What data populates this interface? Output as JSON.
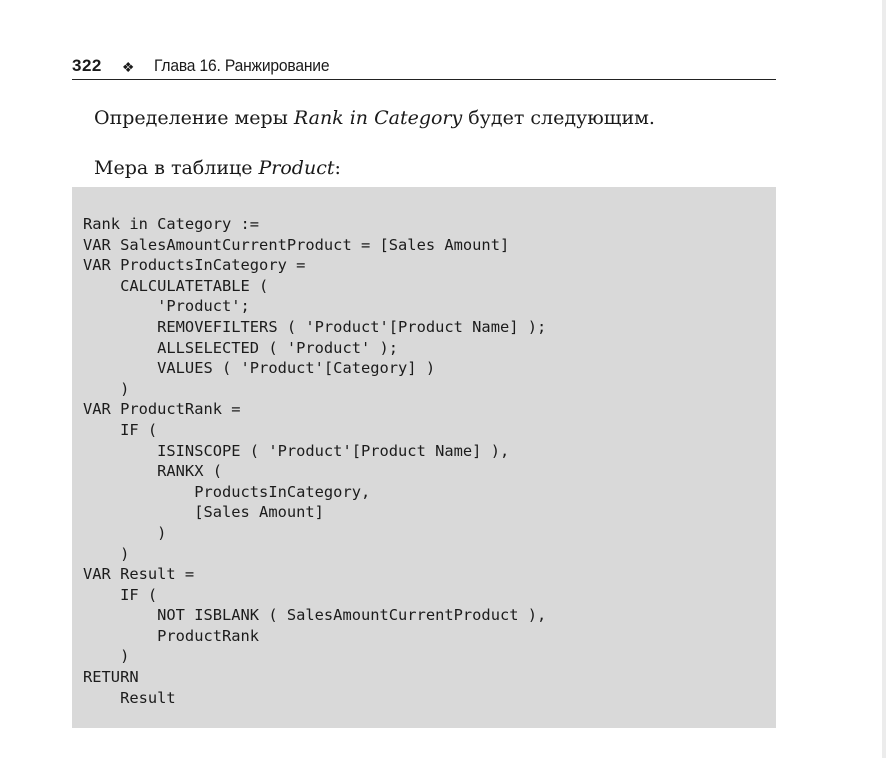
{
  "header": {
    "page_number": "322",
    "ornament": "❖",
    "chapter_title": "Глава 16. Ранжирование"
  },
  "paragraphs": {
    "intro": {
      "before": "Определение меры ",
      "emphasis": "Rank in Category",
      "after": " будет следующим."
    },
    "table_note": {
      "before": "Мера в таблице ",
      "emphasis": "Product",
      "after": ":"
    }
  },
  "code": {
    "lines": [
      "Rank in Category :=",
      "VAR SalesAmountCurrentProduct = [Sales Amount]",
      "VAR ProductsInCategory =",
      "    CALCULATETABLE (",
      "        'Product';",
      "        REMOVEFILTERS ( 'Product'[Product Name] );",
      "        ALLSELECTED ( 'Product' );",
      "        VALUES ( 'Product'[Category] )",
      "    )",
      "VAR ProductRank =",
      "    IF (",
      "        ISINSCOPE ( 'Product'[Product Name] ),",
      "        RANKX (",
      "            ProductsInCategory,",
      "            [Sales Amount]",
      "        )",
      "    )",
      "VAR Result =",
      "    IF (",
      "        NOT ISBLANK ( SalesAmountCurrentProduct ),",
      "        ProductRank",
      "    )",
      "RETURN",
      "    Result"
    ]
  }
}
